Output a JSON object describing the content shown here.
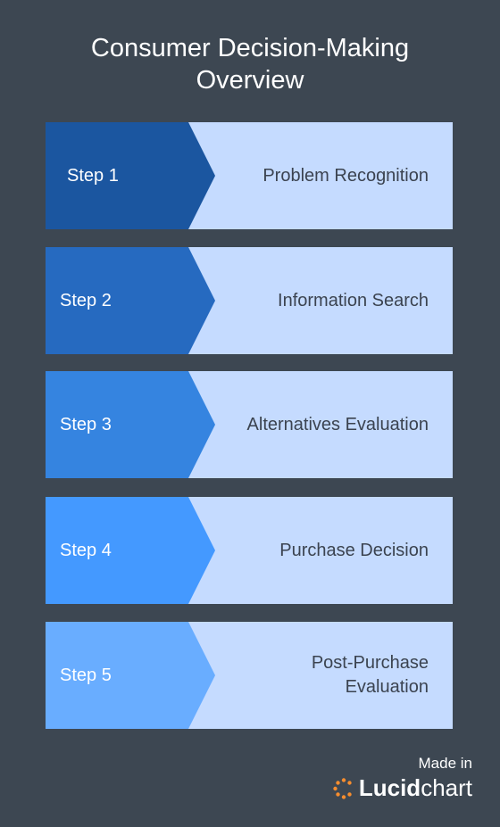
{
  "title": "Consumer Decision-Making\nOverview",
  "steps": [
    {
      "label": "Step 1",
      "text": "Problem Recognition",
      "color": "#1b56a0"
    },
    {
      "label": "Step 2",
      "text": "Information Search",
      "color": "#266ac0"
    },
    {
      "label": "Step 3",
      "text": "Alternatives Evaluation",
      "color": "#3584e0"
    },
    {
      "label": "Step 4",
      "text": "Purchase Decision",
      "color": "#4499ff"
    },
    {
      "label": "Step 5",
      "text": "Post-Purchase\nEvaluation",
      "color": "#69adff"
    }
  ],
  "content_color": "#c5dbff",
  "footer": {
    "made_in": "Made in",
    "brand_bold": "Lucid",
    "brand_light": "chart",
    "brand_icon": "lucidchart-logo-icon",
    "brand_accent": "#f68d2e"
  }
}
